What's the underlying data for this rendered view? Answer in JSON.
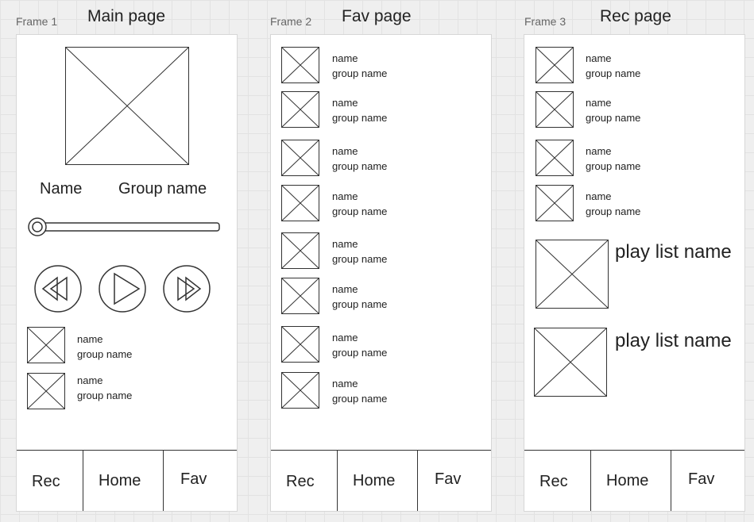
{
  "frames": [
    {
      "label": "Frame 1",
      "title": "Main page"
    },
    {
      "label": "Frame 2",
      "title": "Fav page"
    },
    {
      "label": "Frame 3",
      "title": "Rec page"
    }
  ],
  "main": {
    "song_name": "Name",
    "group_name": "Group name",
    "controls": {
      "rewind_icon": "rewind-icon",
      "play_icon": "play-icon",
      "forward_icon": "fast-forward-icon"
    },
    "list": [
      {
        "name": "name",
        "group": "group name"
      },
      {
        "name": "name",
        "group": "group name"
      }
    ]
  },
  "fav": {
    "list": [
      {
        "name": "name",
        "group": "group name"
      },
      {
        "name": "name",
        "group": "group name"
      },
      {
        "name": "name",
        "group": "group name"
      },
      {
        "name": "name",
        "group": "group name"
      },
      {
        "name": "name",
        "group": "group name"
      },
      {
        "name": "name",
        "group": "group name"
      },
      {
        "name": "name",
        "group": "group name"
      },
      {
        "name": "name",
        "group": "group name"
      }
    ]
  },
  "rec": {
    "list": [
      {
        "name": "name",
        "group": "group name"
      },
      {
        "name": "name",
        "group": "group name"
      },
      {
        "name": "name",
        "group": "group name"
      },
      {
        "name": "name",
        "group": "group name"
      }
    ],
    "playlists": [
      {
        "name": "play list name"
      },
      {
        "name": "play list name"
      }
    ]
  },
  "nav": {
    "rec": "Rec",
    "home": "Home",
    "fav": "Fav"
  }
}
